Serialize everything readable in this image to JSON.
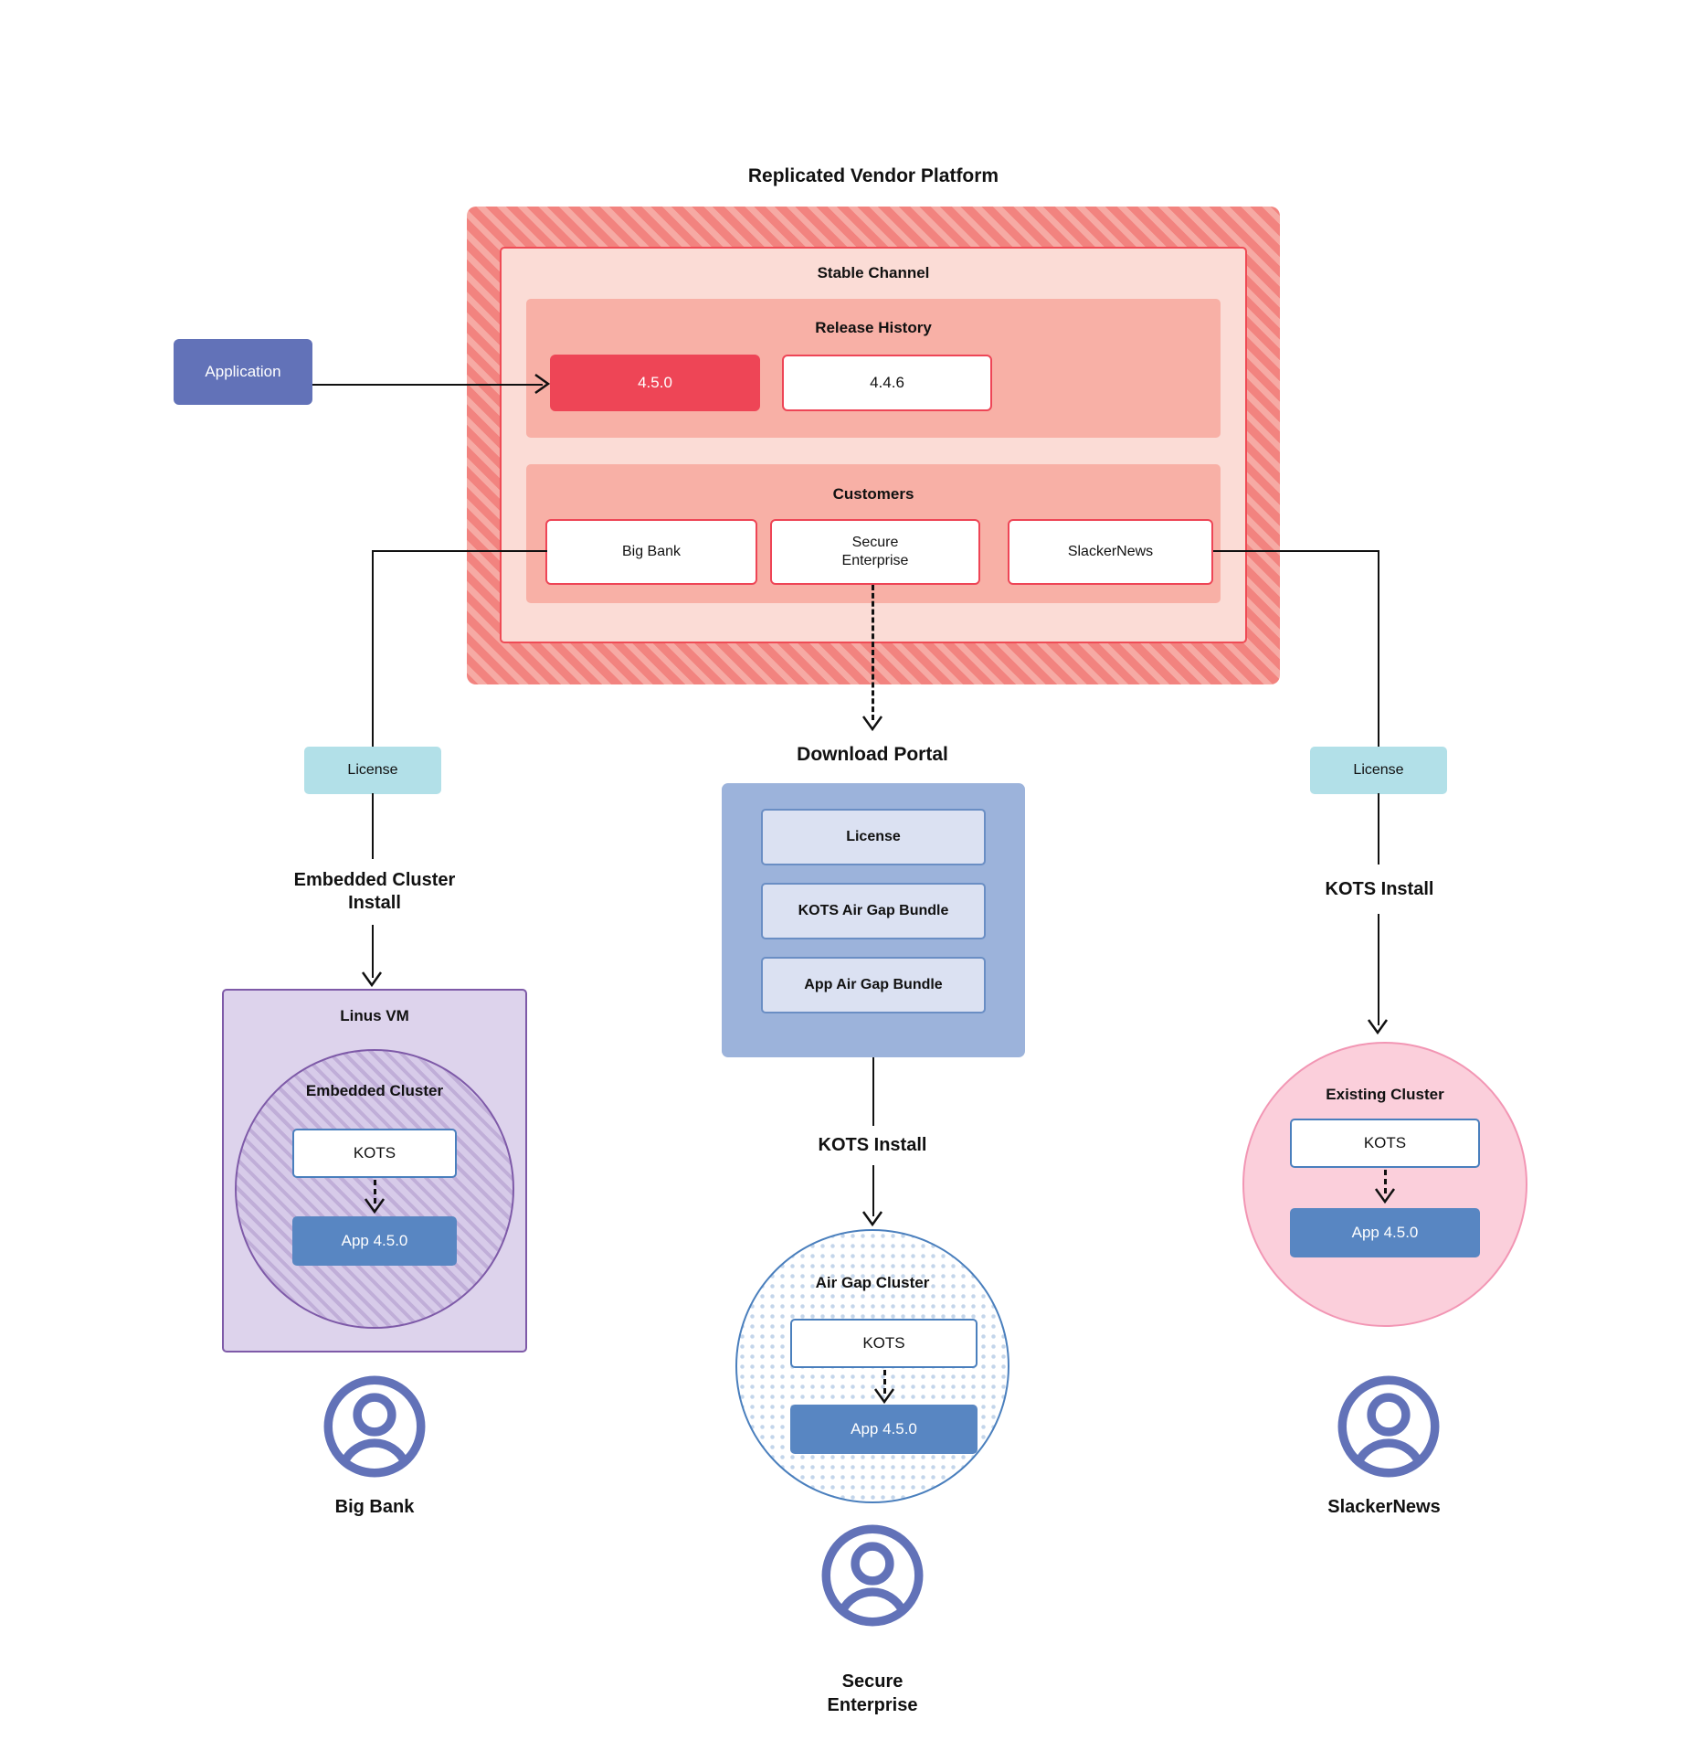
{
  "diagram": {
    "title": "Replicated Vendor Platform"
  },
  "application": {
    "label": "Application"
  },
  "vendor_platform": {
    "title": "Replicated Vendor Platform",
    "channel": {
      "title": "Stable Channel",
      "release_history": {
        "title": "Release History",
        "releases": [
          {
            "version": "4.5.0",
            "state": "current"
          },
          {
            "version": "4.4.6",
            "state": "previous"
          }
        ]
      },
      "customers": {
        "title": "Customers",
        "items": [
          {
            "name": "Big Bank"
          },
          {
            "name": "Secure\nEnterprise"
          },
          {
            "name": "SlackerNews"
          }
        ]
      }
    }
  },
  "download_portal": {
    "title": "Download  Portal",
    "items": [
      {
        "label": "License"
      },
      {
        "label": "KOTS Air Gap Bundle"
      },
      {
        "label": "App Air Gap Bundle"
      }
    ]
  },
  "flows": {
    "left": {
      "license_label": "License",
      "install_label": "Embedded Cluster\nInstall",
      "host": {
        "title": "Linus VM"
      },
      "cluster": {
        "title": "Embedded Cluster"
      },
      "kots_label": "KOTS",
      "app_label": "App 4.5.0",
      "persona": "Big Bank"
    },
    "center": {
      "install_label": "KOTS Install",
      "cluster": {
        "title": "Air Gap Cluster"
      },
      "kots_label": "KOTS",
      "app_label": "App 4.5.0",
      "persona": "Secure\nEnterprise"
    },
    "right": {
      "license_label": "License",
      "install_label": "KOTS Install",
      "cluster": {
        "title": "Existing Cluster"
      },
      "kots_label": "KOTS",
      "app_label": "App 4.5.0",
      "persona": "SlackerNews"
    }
  },
  "colors": {
    "platform_hatch": "#f2837f",
    "channel_bg": "#fbdcd6",
    "channel_border": "#ef4b55",
    "section_bg": "#f8b0a6",
    "release_current": "#ee4556",
    "application": "#6272b8",
    "license_chip": "#b2e0e8",
    "portal_bg": "#9cb3db",
    "portal_item": "#dbe1f2",
    "vm_bg": "#ddd3ec",
    "vm_border": "#7e5aa8",
    "existing_cluster": "#fbcfdb",
    "app_card": "#5886c2",
    "kots_border": "#4a7fbd",
    "persona": "#6272b8"
  }
}
